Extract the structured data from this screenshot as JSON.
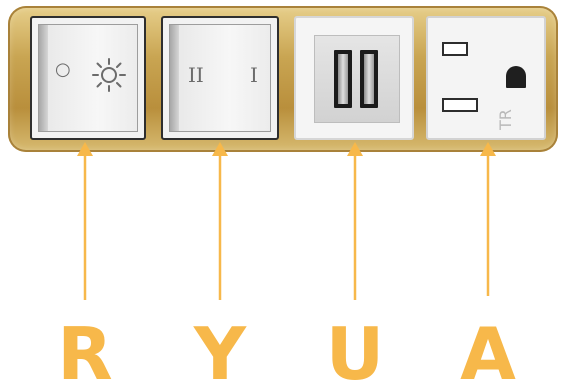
{
  "colors": {
    "accent_orange": "#f7b84a",
    "gold_strip": "#c9a552"
  },
  "modules": [
    {
      "name": "illuminated rocker switch",
      "symbol_left": "○",
      "symbol_right": "☼"
    },
    {
      "name": "two-position rocker switch",
      "symbol_left": "II",
      "symbol_right": "I"
    },
    {
      "name": "dual usb charger"
    },
    {
      "name": "power outlet",
      "mark": "TR"
    }
  ],
  "labels": {
    "r": "R",
    "y": "Y",
    "u": "U",
    "a": "A"
  }
}
